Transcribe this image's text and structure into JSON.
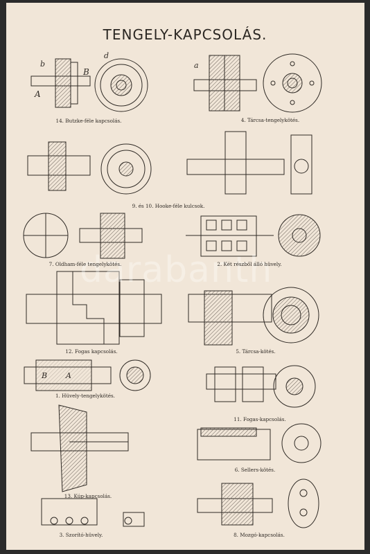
{
  "title": "TENGELY-KAPCSOLÁS.",
  "watermark": "darabanth",
  "colors": {
    "paper": "#f1e6d8",
    "ink": "#2f2a25",
    "hatch": "#6b625a"
  },
  "figures": [
    {
      "id": "fig14",
      "caption": "14. Butzke-féle kapcsolás."
    },
    {
      "id": "fig4",
      "caption": "4. Tárcsa-tengelykötés."
    },
    {
      "id": "fig9-10",
      "caption": "9. és 10. Hooke-féle kulcsok."
    },
    {
      "id": "fig7",
      "caption": "7. Oldham-féle tengelykötés."
    },
    {
      "id": "fig2",
      "caption": "2. Két részből álló hüvely."
    },
    {
      "id": "fig12",
      "caption": "12. Fogas kapcsolás."
    },
    {
      "id": "fig5",
      "caption": "5. Tárcsa-kötés."
    },
    {
      "id": "fig1",
      "caption": "1. Hüvely-tengelykötés."
    },
    {
      "id": "fig11",
      "caption": "11. Fogas-kapcsolás."
    },
    {
      "id": "fig13",
      "caption": "13. Kúp-kapcsolás."
    },
    {
      "id": "fig6",
      "caption": "6. Sellers-kötés."
    },
    {
      "id": "fig3",
      "caption": "3. Szorító-hüvely."
    },
    {
      "id": "fig8",
      "caption": "8. Mozgó-kapcsolás."
    }
  ],
  "labels": {
    "a": "a",
    "A": "A",
    "B": "B",
    "b": "b",
    "d": "d"
  }
}
